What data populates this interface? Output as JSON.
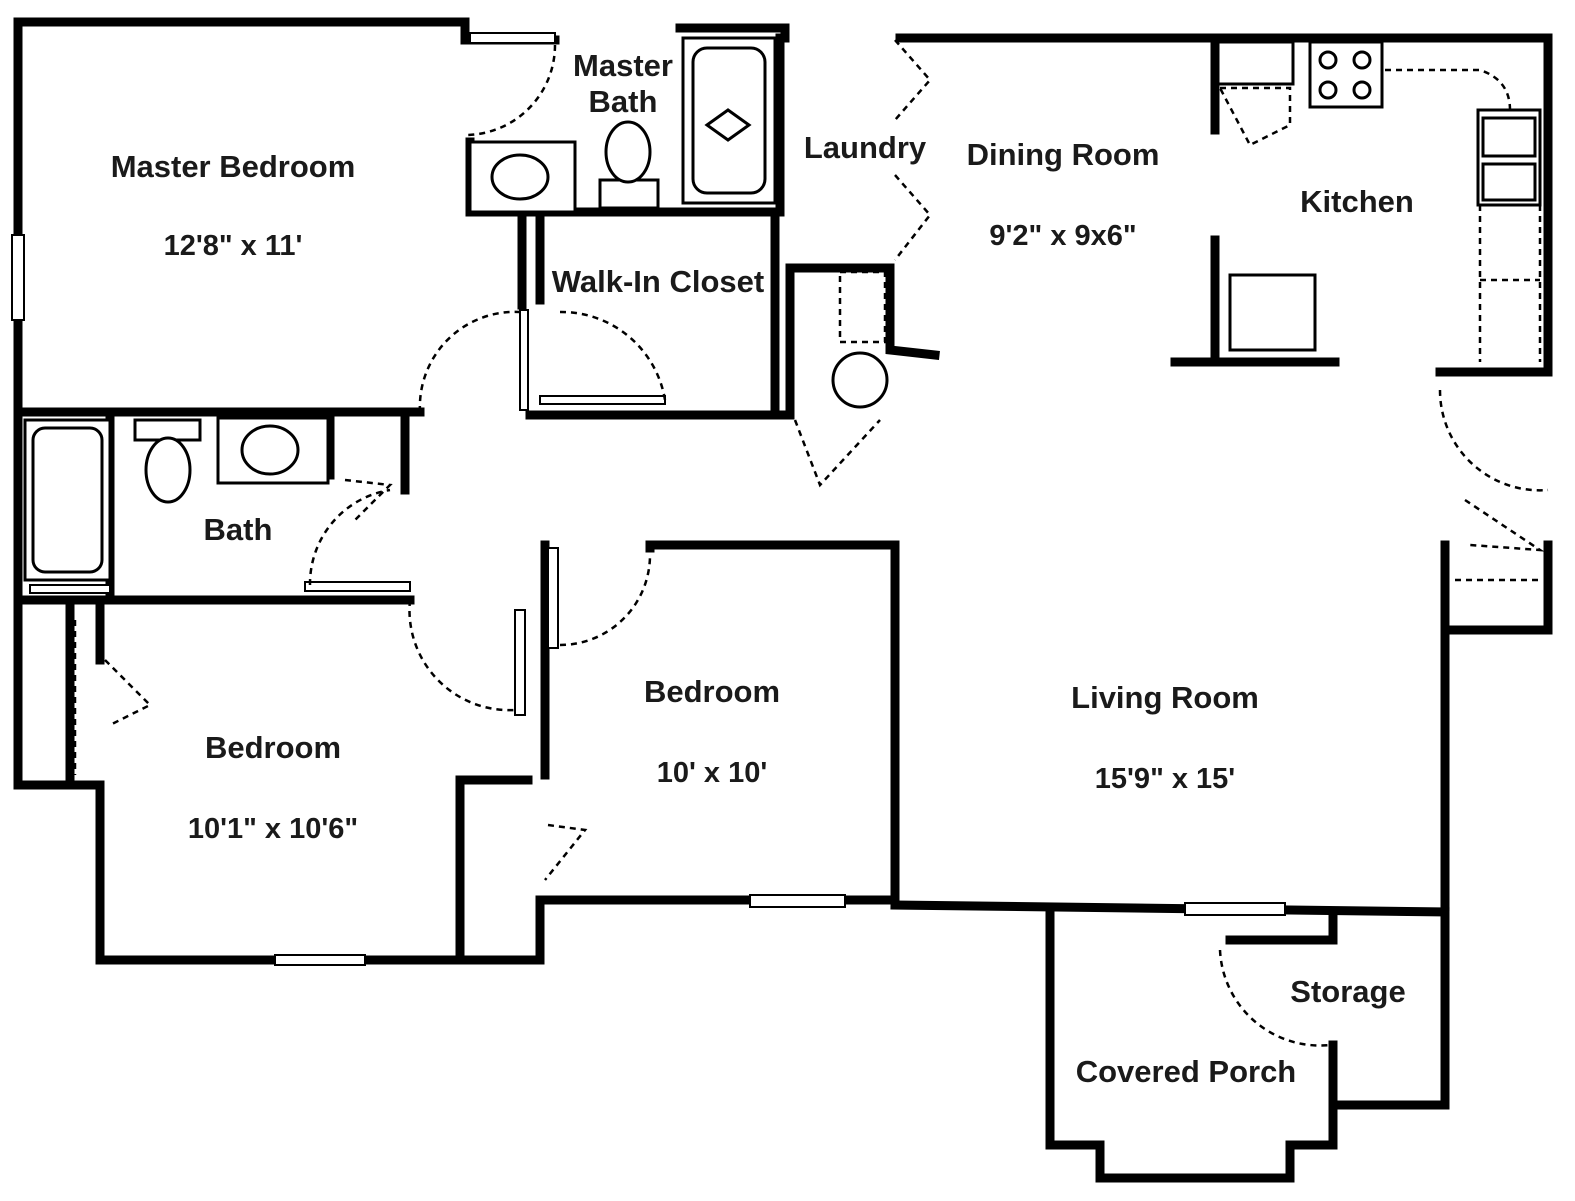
{
  "rooms": {
    "master_bedroom": {
      "name": "Master Bedroom",
      "dims": "12'8\" x 11'"
    },
    "master_bath": {
      "name_line1": "Master",
      "name_line2": "Bath"
    },
    "walk_in_closet": {
      "name": "Walk-In Closet"
    },
    "laundry": {
      "name": "Laundry"
    },
    "dining_room": {
      "name": "Dining Room",
      "dims": "9'2\" x 9x6\""
    },
    "kitchen": {
      "name": "Kitchen"
    },
    "bath": {
      "name": "Bath"
    },
    "bedroom_left": {
      "name": "Bedroom",
      "dims": "10'1\" x 10'6\""
    },
    "bedroom_center": {
      "name": "Bedroom",
      "dims": "10' x 10'"
    },
    "living_room": {
      "name": "Living Room",
      "dims": "15'9\" x 15'"
    },
    "storage": {
      "name": "Storage"
    },
    "covered_porch": {
      "name": "Covered Porch"
    }
  }
}
